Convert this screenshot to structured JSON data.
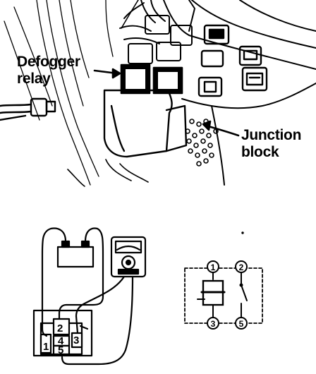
{
  "callouts": {
    "relay_line1": "Defogger",
    "relay_line2": "relay",
    "junction_line1": "Junction",
    "junction_line2": "block"
  },
  "relay_block_pins": [
    "1",
    "2",
    "3",
    "4",
    "5"
  ],
  "schematic_terminals": [
    "1",
    "2",
    "3",
    "5"
  ],
  "colors": {
    "ink": "#000000",
    "paper": "#ffffff"
  }
}
